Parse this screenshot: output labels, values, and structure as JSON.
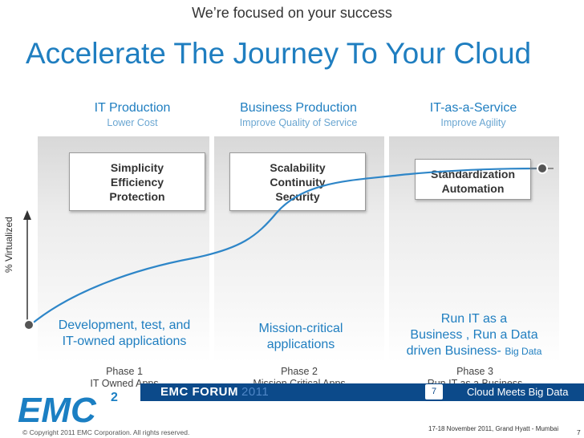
{
  "header": {
    "tagline": "We’re focused on your success",
    "title": "Accelerate The Journey To Your Cloud"
  },
  "columns": [
    {
      "heading": "IT Production",
      "subheading": "Lower Cost"
    },
    {
      "heading": "Business Production",
      "subheading": "Improve Quality of Service"
    },
    {
      "heading": "IT-as-a-Service",
      "subheading": "Improve Agility"
    }
  ],
  "capability_boxes": [
    [
      "Simplicity",
      "Efficiency",
      "Protection"
    ],
    [
      "Scalability",
      "Continuity",
      "Security"
    ],
    [
      "Standardization",
      "Automation"
    ]
  ],
  "phase_descriptions": [
    [
      "Development, test, and",
      "IT-owned applications"
    ],
    [
      "Mission-critical",
      "applications"
    ],
    {
      "lines": [
        "Run IT as a",
        "Business , Run a Data"
      ],
      "last_line": "driven Business-",
      "highlight": "Big Data"
    }
  ],
  "phases": [
    {
      "name": "Phase 1",
      "desc": "IT Owned Apps"
    },
    {
      "name": "Phase 2",
      "desc": "Mission Critical Apps"
    },
    {
      "name": "Phase 3",
      "desc": "Run IT as a Business"
    }
  ],
  "axis": {
    "y_label": "% Virtualized"
  },
  "footer": {
    "logo": "EMC²",
    "forum": "EMC FORUM",
    "forum_year": "2011",
    "page_badge": "7",
    "tag": "Cloud Meets Big Data",
    "copyright": "© Copyright 2011 EMC Corporation. All rights reserved.",
    "event": "17-18 November 2011, Grand Hyatt - Mumbai",
    "page_number": "7"
  },
  "colors": {
    "accent": "#1f7ec0",
    "band": "#0c4a8a",
    "curve": "#2e86c8",
    "logo": "#1b7fc3"
  }
}
